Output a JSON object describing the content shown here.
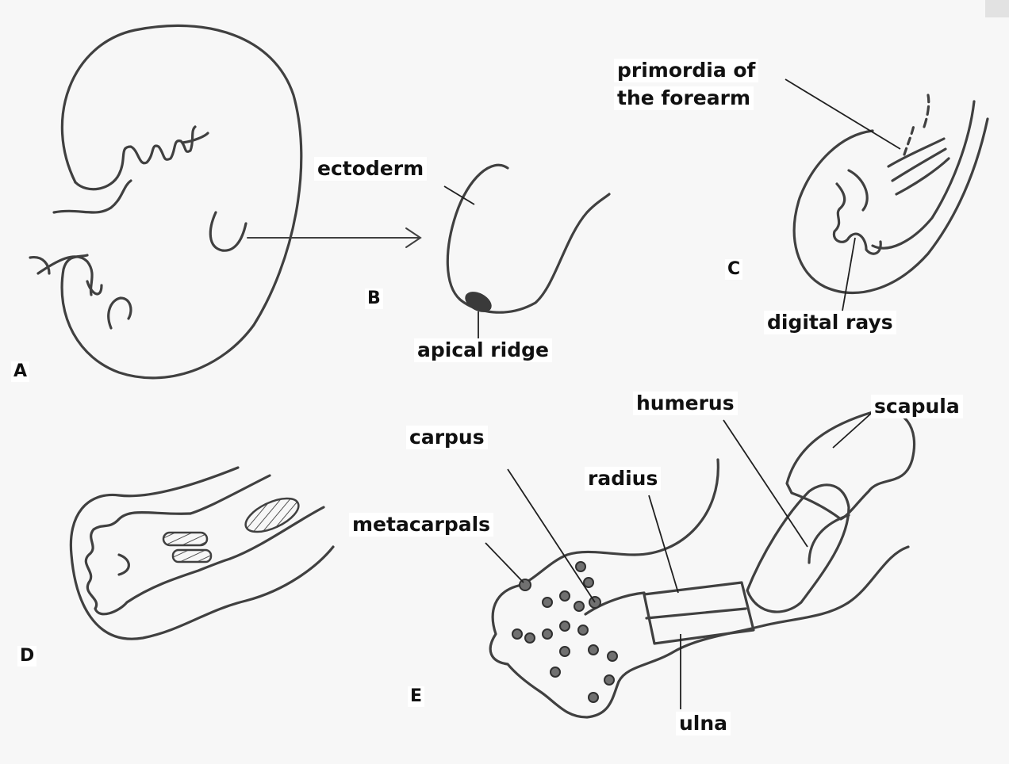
{
  "panels": {
    "a": "A",
    "b": "B",
    "c": "C",
    "d": "D",
    "e": "E"
  },
  "labels": {
    "ectoderm": "ectoderm",
    "apical_ridge": "apical ridge",
    "primordia_line1": "primordia of",
    "primordia_line2": "the forearm",
    "digital_rays": "digital rays",
    "humerus": "humerus",
    "scapula": "scapula",
    "carpus": "carpus",
    "radius": "radius",
    "metacarpals": "metacarpals",
    "ulna": "ulna"
  }
}
